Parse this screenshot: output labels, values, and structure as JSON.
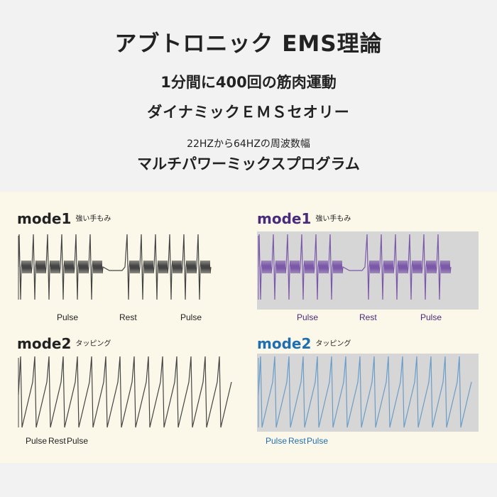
{
  "header": {
    "title": "アブトロニック EMS理論",
    "line2": "1分間に400回の筋肉運動",
    "line3": "ダイナミックＥＭＳセオリー",
    "line4": "22HZから64HZの周波数幅",
    "line5": "マルチパワーミックスプログラム"
  },
  "diagrams": [
    {
      "mode": "mode1",
      "subtitle": "強い手もみ",
      "color": "#444444",
      "bg": "#fbf8ea",
      "mode_color": "#222222",
      "labels": [
        "Pulse",
        "Rest",
        "Pulse"
      ]
    },
    {
      "mode": "mode1",
      "subtitle": "強い手もみ",
      "color": "#7b58a8",
      "bg": "#d6d6d6",
      "mode_color": "#4a2a7a",
      "labels": [
        "Pulse",
        "Rest",
        "Pulse"
      ]
    },
    {
      "mode": "mode2",
      "subtitle": "タッピング",
      "color": "#444444",
      "bg": "#fbf8ea",
      "mode_color": "#222222",
      "labels": [
        "Pulse",
        "Rest",
        "Pulse"
      ]
    },
    {
      "mode": "mode2",
      "subtitle": "タッピング",
      "color": "#6a9cc8",
      "bg": "#d6d6d6",
      "mode_color": "#1f6fb0",
      "labels": [
        "Pulse",
        "Rest",
        "Pulse"
      ]
    }
  ]
}
